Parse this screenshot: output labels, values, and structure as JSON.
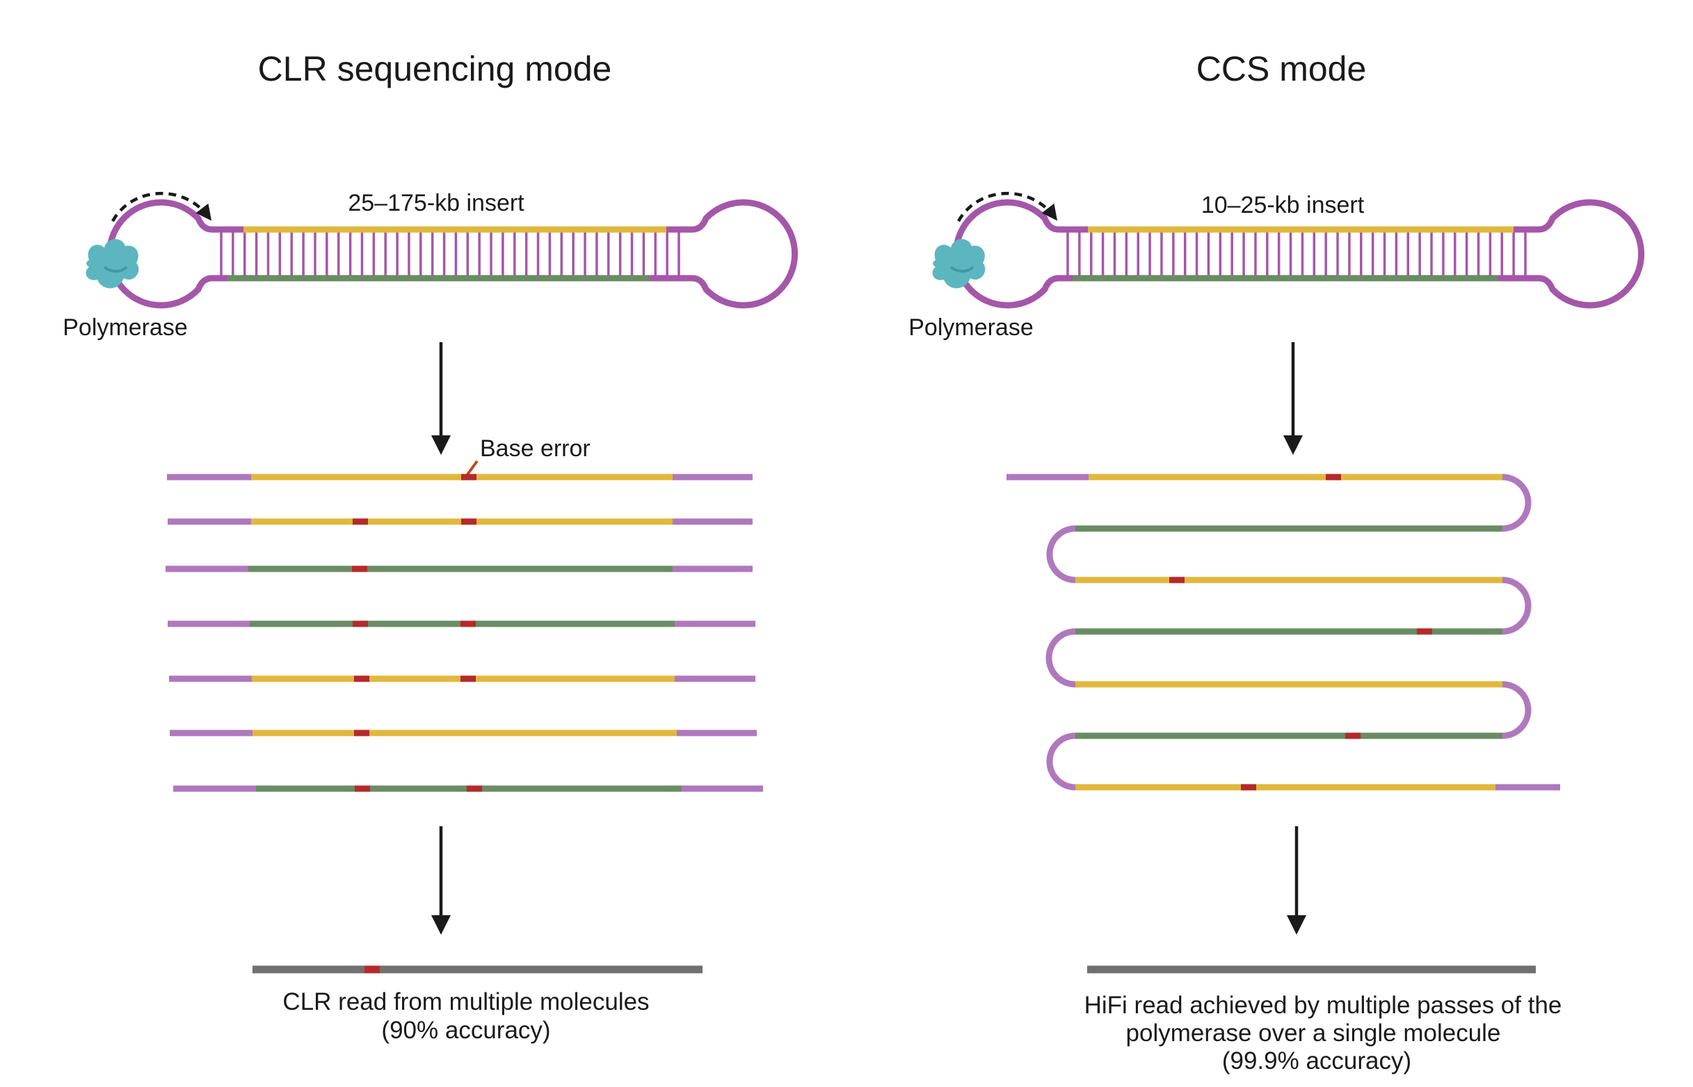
{
  "left_panel": {
    "title": "CLR sequencing mode",
    "insert_label": "25–175-kb insert",
    "polymerase_label": "Polymerase",
    "base_error_label": "Base error",
    "caption_line1": "CLR read from multiple molecules",
    "caption_line2": "(90% accuracy)"
  },
  "right_panel": {
    "title": "CCS mode",
    "insert_label": "10–25-kb insert",
    "polymerase_label": "Polymerase",
    "caption_line1": "HiFi read  achieved by multiple passes of the",
    "caption_line2": "polymerase over a single molecule",
    "caption_line3": "(99.9% accuracy)"
  },
  "colors": {
    "adapter": "#b078bc",
    "hairpin": "#a457a8",
    "forward_strand": "#e0b83c",
    "reverse_strand": "#6a8c64",
    "error": "#b52a2a",
    "consensus_read": "#707070",
    "polymerase": "#5bb6c0",
    "arrow": "#1a1a1a"
  },
  "icons": {
    "polymerase": "polymerase-blob-icon",
    "rotation": "dashed-curved-arrow-icon",
    "flow": "down-arrow-icon"
  }
}
